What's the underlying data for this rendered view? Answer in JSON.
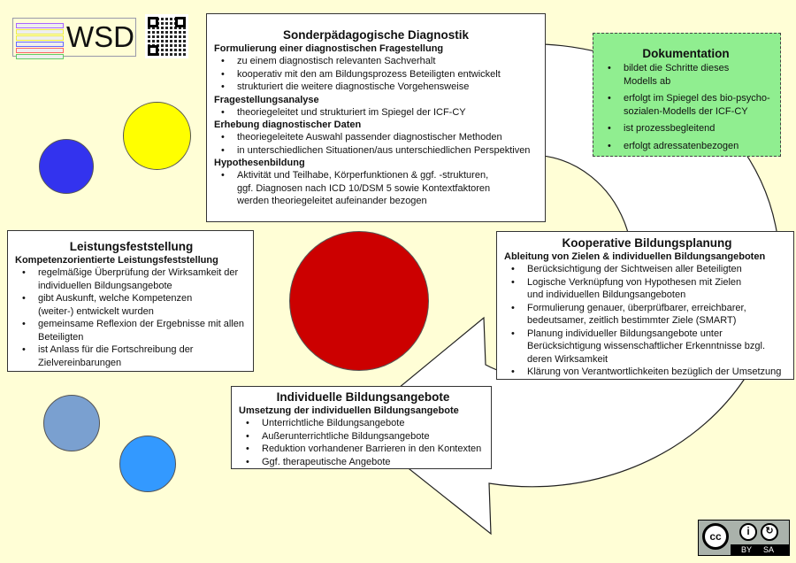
{
  "logo": {
    "text": "WSD",
    "qr_icon": "qr-code-icon"
  },
  "license": {
    "cc": "cc",
    "by": "BY",
    "sa": "SA"
  },
  "colors": {
    "background": "#fffed6",
    "yellow": "#ffff00",
    "blue": "#3333ee",
    "red": "#cc0000",
    "steel_blue": "#7aa0d0",
    "light_blue": "#3399ff",
    "doc_green": "#90ee90"
  },
  "diagnostik": {
    "title": "Sonderpädagogische Diagnostik",
    "sections": [
      {
        "heading": "Formulierung einer diagnostischen Fragestellung",
        "items": [
          "zu einem diagnostisch relevanten Sachverhalt",
          "kooperativ mit den am Bildungsprozess Beteiligten entwickelt",
          "strukturiert die weitere diagnostische Vorgehensweise"
        ]
      },
      {
        "heading": "Fragestellungsanalyse",
        "items": [
          "theoriegeleitet und strukturiert im Spiegel der ICF-CY"
        ]
      },
      {
        "heading": "Erhebung diagnostischer Daten",
        "items": [
          "theoriegeleitete Auswahl passender diagnostischer Methoden",
          "in unterschiedlichen Situationen/aus unterschiedlichen Perspektiven"
        ]
      },
      {
        "heading": "Hypothesenbildung",
        "items": [
          "Aktivität und Teilhabe, Körperfunktionen & ggf. -strukturen, ggf. Diagnosen nach ICD 10/DSM 5 sowie Kontextfaktoren werden theoriegeleitet aufeinander bezogen"
        ]
      }
    ]
  },
  "dokumentation": {
    "title": "Dokumentation",
    "items": [
      "bildet die Schritte dieses Modells ab",
      "erfolgt im Spiegel des bio-psycho-sozialen-Modells der ICF-CY",
      "ist prozessbegleitend",
      "erfolgt adressatenbezogen"
    ]
  },
  "leistung": {
    "title": "Leistungsfeststellung",
    "heading": "Kompetenzorientierte Leistungsfeststellung",
    "items": [
      "regelmäßige Überprüfung der Wirksamkeit der individuellen Bildungsangebote",
      "gibt Auskunft, welche Kompetenzen (weiter-) entwickelt wurden",
      "gemeinsame Reflexion der Ergebnisse mit allen Beteiligten",
      "ist Anlass für die Fortschreibung der Zielvereinbarungen"
    ]
  },
  "kooperativ": {
    "title": "Kooperative Bildungsplanung",
    "heading": "Ableitung von Zielen & individuellen Bildungsangeboten",
    "items": [
      "Berücksichtigung der Sichtweisen aller Beteiligten",
      "Logische Verknüpfung von Hypothesen mit Zielen und individuellen Bildungsangeboten",
      "Formulierung genauer, überprüfbarer, erreichbarer, bedeutsamer, zeitlich bestimmter Ziele (SMART)",
      "Planung individueller Bildungsangebote unter Berücksichtigung wissenschaftlicher Erkenntnisse bzgl. deren Wirksamkeit",
      "Klärung von Verantwortlichkeiten bezüglich der Umsetzung"
    ]
  },
  "individuell": {
    "title": "Individuelle Bildungsangebote",
    "heading": "Umsetzung der individuellen Bildungsangebote",
    "items": [
      "Unterrichtliche Bildungsangebote",
      "Außerunterrichtliche Bildungsangebote",
      "Reduktion vorhandener Barrieren in den Kontexten",
      "Ggf. therapeutische Angebote"
    ]
  }
}
